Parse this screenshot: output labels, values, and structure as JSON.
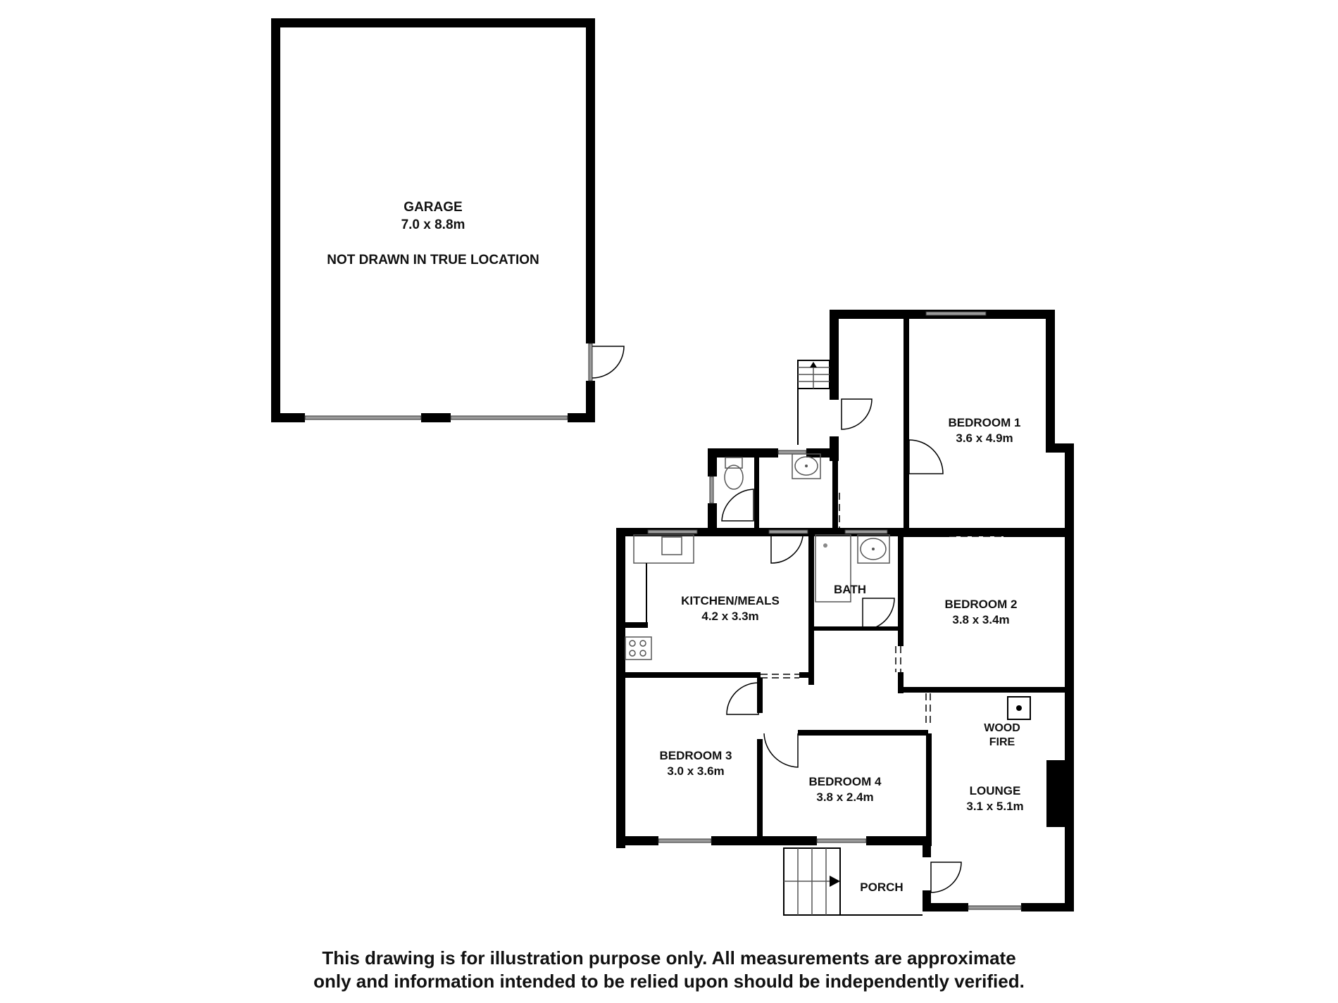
{
  "garage": {
    "name": "GARAGE",
    "size": "7.0 x 8.8m",
    "note": "NOT DRAWN IN TRUE LOCATION"
  },
  "rooms": [
    {
      "name": "BEDROOM 1",
      "size": "3.6 x 4.9m"
    },
    {
      "name": "KITCHEN/MEALS",
      "size": "4.2 x 3.3m"
    },
    {
      "name": "BATH",
      "size": ""
    },
    {
      "name": "BEDROOM 2",
      "size": "3.8 x 3.4m"
    },
    {
      "name": "BEDROOM 3",
      "size": "3.0 x 3.6m"
    },
    {
      "name": "BEDROOM 4",
      "size": "3.8 x 2.4m"
    },
    {
      "name": "LOUNGE",
      "size": "3.1 x 5.1m"
    },
    {
      "name": "PORCH",
      "size": ""
    }
  ],
  "fixtures": {
    "wood_fire_line1": "WOOD",
    "wood_fire_line2": "FIRE"
  },
  "icons": [
    "door-swing-icon",
    "window-icon",
    "stairs-icon",
    "toilet-icon",
    "basin-icon",
    "sink-icon",
    "cooktop-icon",
    "shower-icon",
    "wood-fire-icon"
  ],
  "colors": {
    "wall": "#000000",
    "window": "#9a9a9a",
    "background": "#ffffff"
  },
  "disclaimer": {
    "line1": "This drawing is for illustration purpose only. All measurements are approximate",
    "line2": "only and information intended to be relied upon should be independently verified."
  }
}
